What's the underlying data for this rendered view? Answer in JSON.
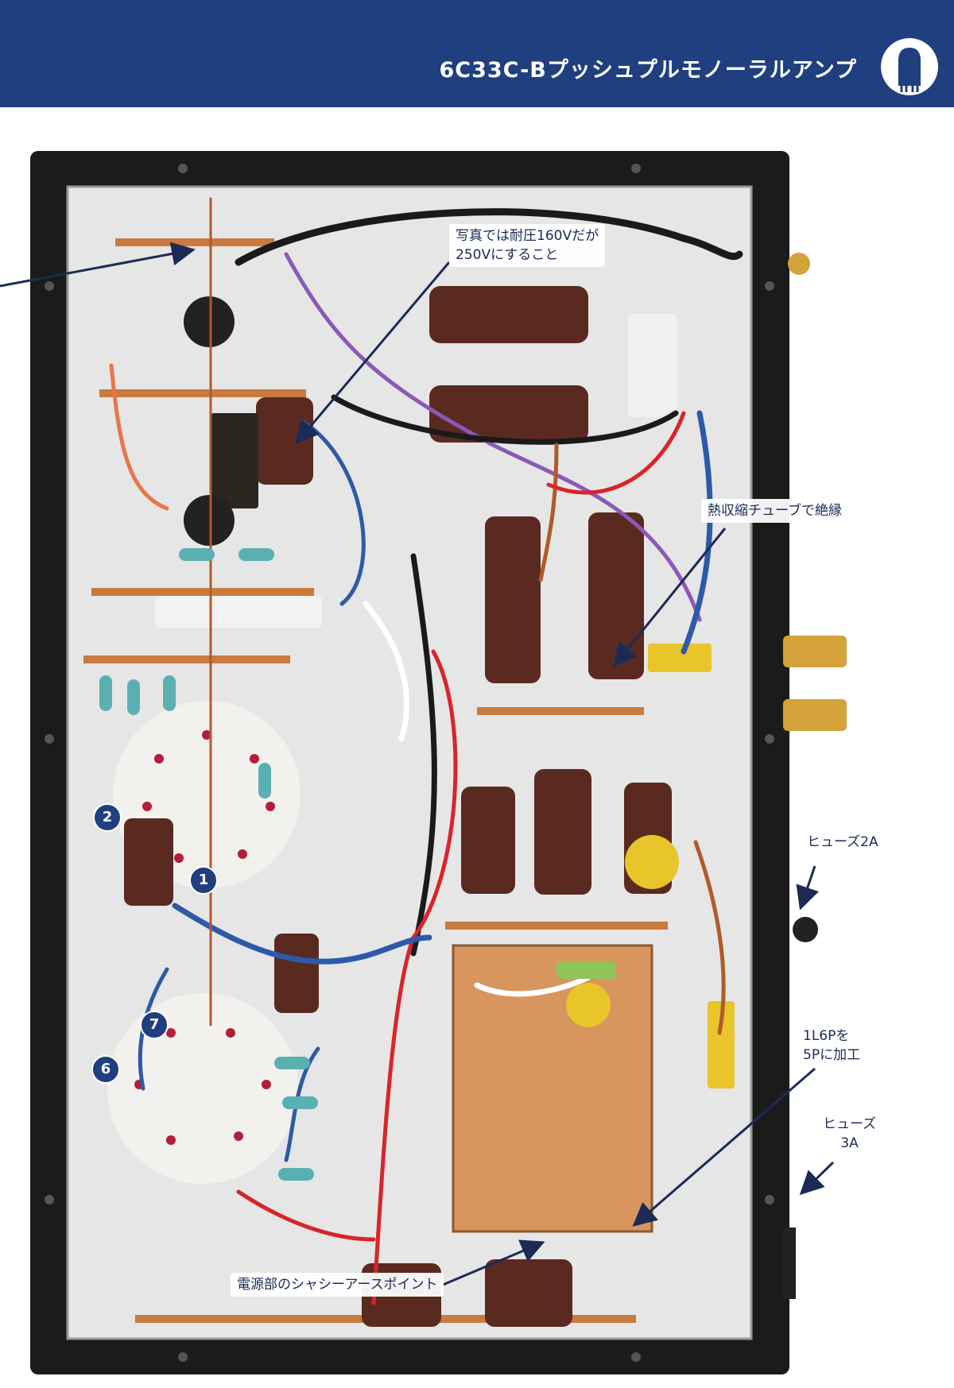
{
  "header": {
    "title": "6C33C-Bプッシュプルモノーラルアンプ",
    "tube_icon": "vacuum-tube-icon"
  },
  "callouts": {
    "voltage_note_line1": "写真では耐圧160Vだが",
    "voltage_note_line2": "250Vにすること",
    "heat_shrink": "熱収縮チューブで絶縁",
    "chassis_earth": "電源部のシャシーアースポイント"
  },
  "side_labels": {
    "fuse_2a": "ヒューズ2A",
    "socket_line1": "1L6Pを",
    "socket_line2": "5Pに加工",
    "fuse_3a_line1": "ヒューズ",
    "fuse_3a_line2": "3A"
  },
  "badges": {
    "b1": "1",
    "b2": "2",
    "b6": "6",
    "b7": "7"
  },
  "colors": {
    "header_bg": "#1f3f7f",
    "callout_text": "#1c2b55",
    "chassis": "#1b1b1b"
  }
}
